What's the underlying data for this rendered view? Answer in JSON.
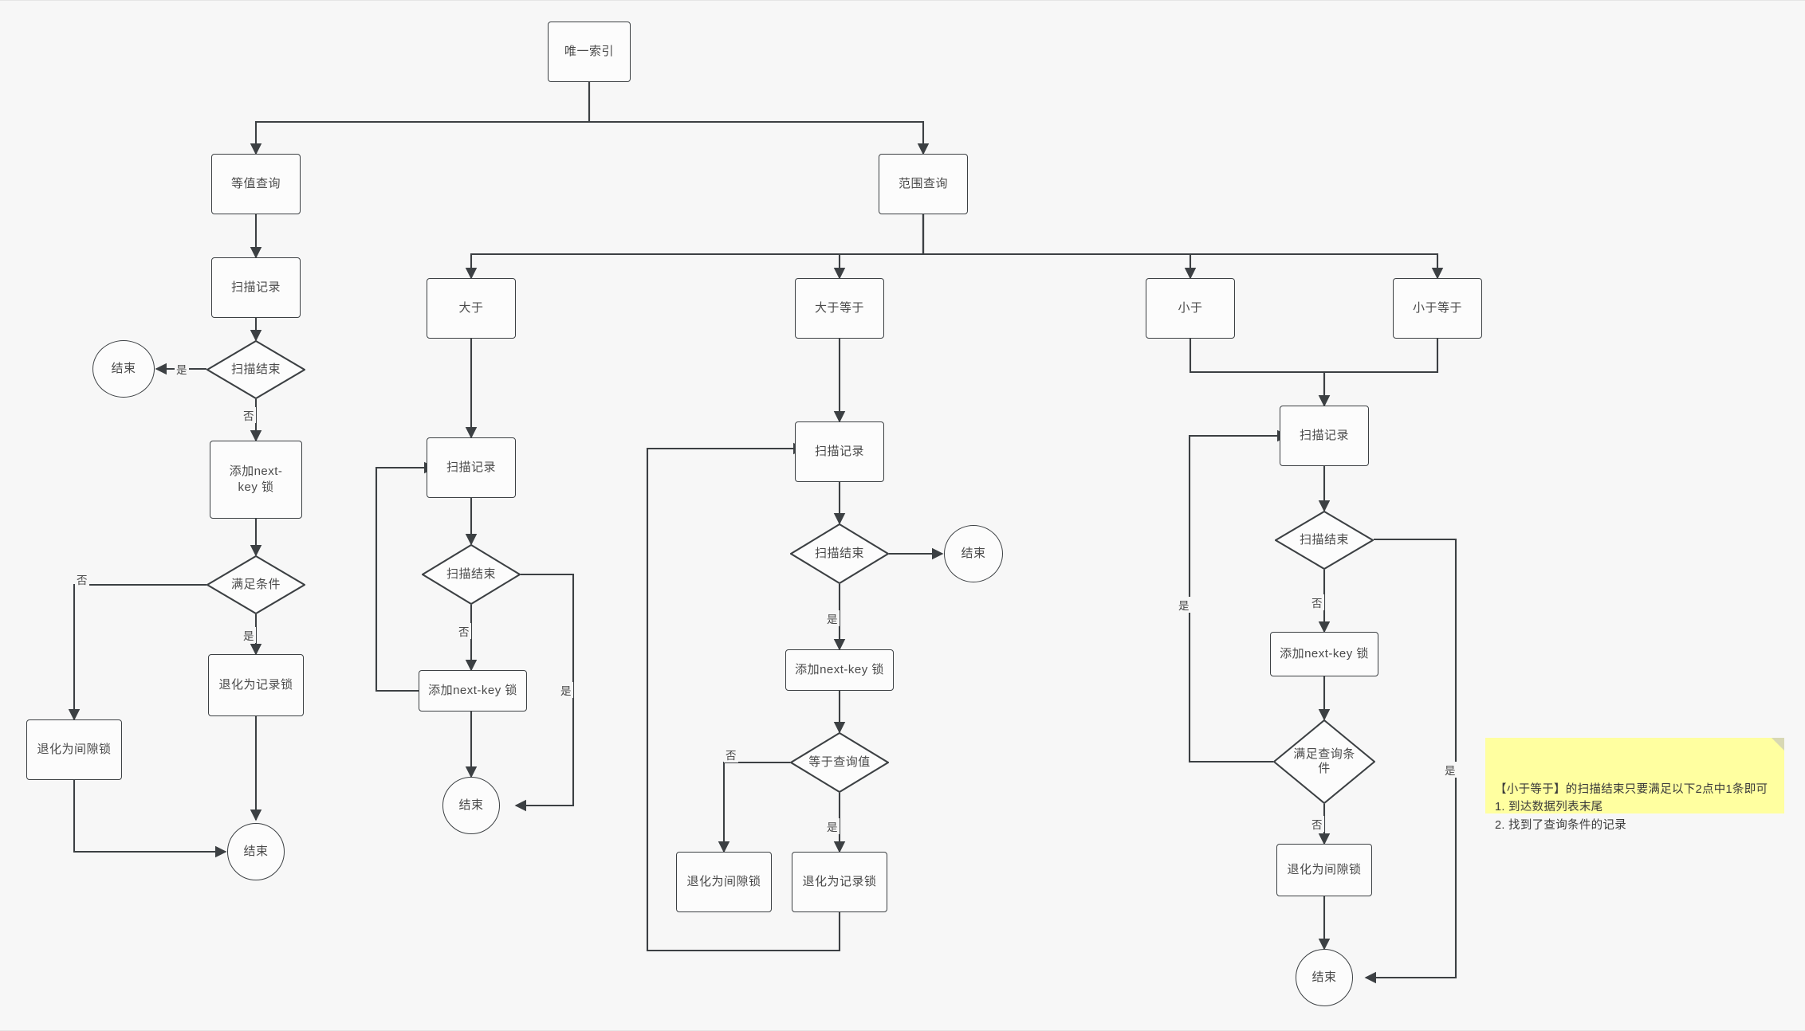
{
  "diagram": {
    "title_node": "唯一索引",
    "background": "#f7f7f7",
    "node_fill": "#fcfcfc",
    "node_stroke": "#3c4043",
    "text_color": "#4a4a4a",
    "note_fill": "#ffffa0"
  },
  "labels": {
    "yes": "是",
    "no": "否"
  },
  "nodes": {
    "root": "唯一索引",
    "eq_query": "等值查询",
    "range_query": "范围查询",
    "eq_scan": "扫描记录",
    "eq_scan_end": "扫描结束",
    "eq_end1": "结束",
    "eq_add_nextkey": "添加next-\nkey 锁",
    "eq_match_cond": "满足条件",
    "eq_to_gap": "退化为间隙锁",
    "eq_to_record": "退化为记录锁",
    "eq_end2": "结束",
    "gt": "大于",
    "gt_scan": "扫描记录",
    "gt_scan_end": "扫描结束",
    "gt_add_nextkey": "添加next-key 锁",
    "gt_end": "结束",
    "gte": "大于等于",
    "gte_scan": "扫描记录",
    "gte_scan_end": "扫描结束",
    "gte_end": "结束",
    "gte_add_nextkey": "添加next-key 锁",
    "gte_eq_value": "等于查询值",
    "gte_to_gap": "退化为间隙锁",
    "gte_to_record": "退化为记录锁",
    "lt": "小于",
    "lte": "小于等于",
    "lt_scan": "扫描记录",
    "lt_scan_end": "扫描结束",
    "lt_add_nextkey": "添加next-key 锁",
    "lt_match_cond": "满足查询条\n件",
    "lt_to_gap": "退化为间隙锁",
    "lt_end": "结束"
  },
  "note": {
    "text": "【小于等于】的扫描结束只要满足以下2点中1条即可\n1. 到达数据列表末尾\n2. 找到了查询条件的记录"
  },
  "edge_labels": {
    "eq_scanend_yes": "是",
    "eq_scanend_no": "否",
    "eq_cond_no": "否",
    "eq_cond_yes": "是",
    "gt_scanend_no": "否",
    "gt_scanend_yes": "是",
    "gte_scanend_yes": "是",
    "gte_eqval_no": "否",
    "gte_eqval_yes": "是",
    "lt_scanend_no": "否",
    "lt_scanend_yes": "是",
    "lt_cond_yes": "是",
    "lt_cond_no": "否"
  }
}
